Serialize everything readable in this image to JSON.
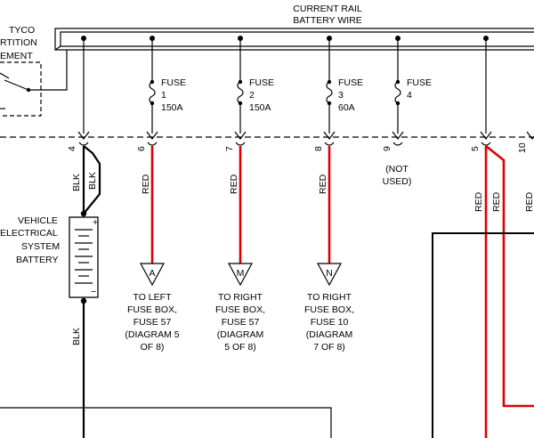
{
  "top_label": {
    "line1": "CURRENT RAIL",
    "line2": "BATTERY WIRE"
  },
  "partition": {
    "line1": "TYCO",
    "line2": "RTITION",
    "line3": "EMENT"
  },
  "fuses": [
    {
      "label": "FUSE",
      "number": "1",
      "rating": "150A"
    },
    {
      "label": "FUSE",
      "number": "2",
      "rating": "150A"
    },
    {
      "label": "FUSE",
      "number": "3",
      "rating": "60A"
    },
    {
      "label": "FUSE",
      "number": "4",
      "rating": ""
    }
  ],
  "pins": [
    "4",
    "6",
    "7",
    "8",
    "9",
    "5",
    "10"
  ],
  "wire_colors": {
    "blk": "BLK",
    "red": "RED"
  },
  "not_used": {
    "line1": "(NOT",
    "line2": "USED)"
  },
  "battery": {
    "line1": "VEHICLE",
    "line2": "ELECTRICAL",
    "line3": "SYSTEM",
    "line4": "BATTERY",
    "plus": "+",
    "minus": "−"
  },
  "connectors": [
    {
      "letter": "A",
      "line1": "TO LEFT",
      "line2": "FUSE BOX,",
      "line3": "FUSE 57",
      "line4": "(DIAGRAM 5",
      "line5": "OF 8)"
    },
    {
      "letter": "M",
      "line1": "TO RIGHT",
      "line2": "FUSE BOX,",
      "line3": "FUSE 57",
      "line4": "(DIAGRAM",
      "line5": "5 OF 8)"
    },
    {
      "letter": "N",
      "line1": "TO RIGHT",
      "line2": "FUSE BOX,",
      "line3": "FUSE 10",
      "line4": "(DIAGRAM",
      "line5": "7 OF 8)"
    }
  ],
  "colors": {
    "red_wire": "#e00000",
    "black_wire": "#000000"
  }
}
